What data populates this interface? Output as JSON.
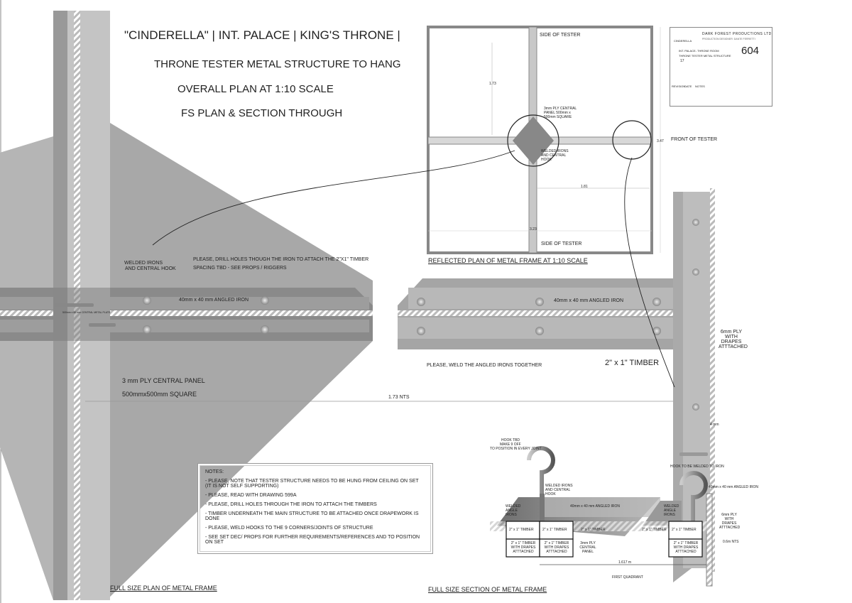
{
  "title_lines": {
    "production": "\"CINDERELLA\" | INT. PALACE | KING'S THRONE |",
    "line1": "THRONE TESTER METAL STRUCTURE TO HANG",
    "line2": "OVERALL PLAN AT 1:10 SCALE",
    "line3": "FS PLAN  & SECTION THROUGH"
  },
  "title_block": {
    "company": "DARK FOREST PRODUCTIONS LTD",
    "subtitle": "PRODUCTION DESIGNER: DANTE FERRETTI",
    "logo_text": "CINDERELLA",
    "set": "INT. PALACE- THRONE ROOM",
    "detail": "THRONE TESTER METAL STRUCTURE",
    "set_no": "17",
    "drawing_no": "604",
    "columns": [
      "REVISION",
      "DATE",
      "NOTES"
    ]
  },
  "plan": {
    "side_top": "SIDE OF TESTER",
    "side_bottom": "SIDE OF TESTER",
    "front": "FRONT OF TESTER",
    "dim_height": "1.73",
    "dim_width": "1.81",
    "dim_small": "3.23",
    "dim_front": "3.47",
    "panel_note": "3mm PLY CENTRAL PANEL 500mm x 500mm SQUARE",
    "hook_note": "WELDED IRONS AND CENTRAL HOOK",
    "caption": "REFLECTED PLAN OF METAL FRAME AT 1:10 SCALE"
  },
  "full_plan": {
    "welded_irons": "WELDED IRONS",
    "central_hook": "AND CENTRAL HOOK",
    "drill_note_1": "PLEASE, DRILL HOLES  THOUGH THE IRON  TO ATTACH THE 2\"X1\" TIMBER",
    "drill_note_2": "SPACING TBD - SEE PROPS / RIGGERS",
    "angled_iron_left": "40mm x 40 mm ANGLED IRON",
    "angled_iron_right": "40mm x 40 mm ANGLED IRON",
    "plate_note": "500mm x 80 mm CENTRAL METAL PLATE",
    "ply_panel_1": "3 mm PLY CENTRAL PANEL",
    "ply_panel_2": "500mmx500mm SQUARE",
    "dim_nts": "1.73 NTS",
    "weld_note": "PLEASE, WELD THE ANGLED IRONS TOGETHER",
    "timber": "2\" x 1\" TIMBER",
    "ply_drapes": "6mm PLY WITH DRAPES ATTTACHED",
    "dim_4mm": "4 mm",
    "caption": "FULL SIZE PLAN OF METAL FRAME"
  },
  "notes": {
    "heading": "NOTES:",
    "items": [
      "- PLEASE, NOTE THAT TESTER STRUCTURE NEEDS TO BE HUNG FROM CEILING ON SET",
      "(IT IS NOT SELF SUPPORTING)",
      "- PLEASE, READ WITH DRAWING 599A",
      "- PLEASE, DRILL HOLES THROUGH THE IRON TO ATTACH THE TIMBERS",
      "- TIMBER UNDERNEATH THE MAIN STRUCTURE TO BE ATTACHED ONCE DRAPEWORK IS DONE",
      "- PLEASE, WELD HOOKS TO THE 9 CORNERS/JOINTS OF STRUCTURE",
      "- SEE SET DEC/ PROPS FOR FURTHER REQUIREMENTS/REFERENCES AND TO POSITION ON SET"
    ]
  },
  "section": {
    "hook_tbd": "HOOK TBD",
    "make_9": "MAKE 9 OFF",
    "position": "TO POSITION IN EVERY JOINT",
    "welded_irons_hook": "WELDED IRONS AND CENTRAL HOOK",
    "welded_angle_left": "WELDED ANGLE IRONS",
    "welded_angle_right": "WELDED ANGLE IRONS",
    "angled_iron": "40mm x 40 mm ANGLED IRON",
    "angled_iron_right": "40mm x 40 mm ANGLED IRON",
    "hook_weld": "HOOK TO BE WELDED TO IRON",
    "timber": "2\" x 1\" TIMBER",
    "timber_drapes": "2\" x 1\" TIMBER WITH DRAPES ATTTACHED",
    "ply_central": "3mm PLY CENTRAL PANEL",
    "ply_drapes": "6mm PLY WITH DRAPES ATTTACHED",
    "dim_nts": "0.6m NTS",
    "dim_len": "1.617 m",
    "quadrant": "FIRST QUADRANT",
    "caption": "FULL SIZE SECTION OF METAL FRAME"
  }
}
